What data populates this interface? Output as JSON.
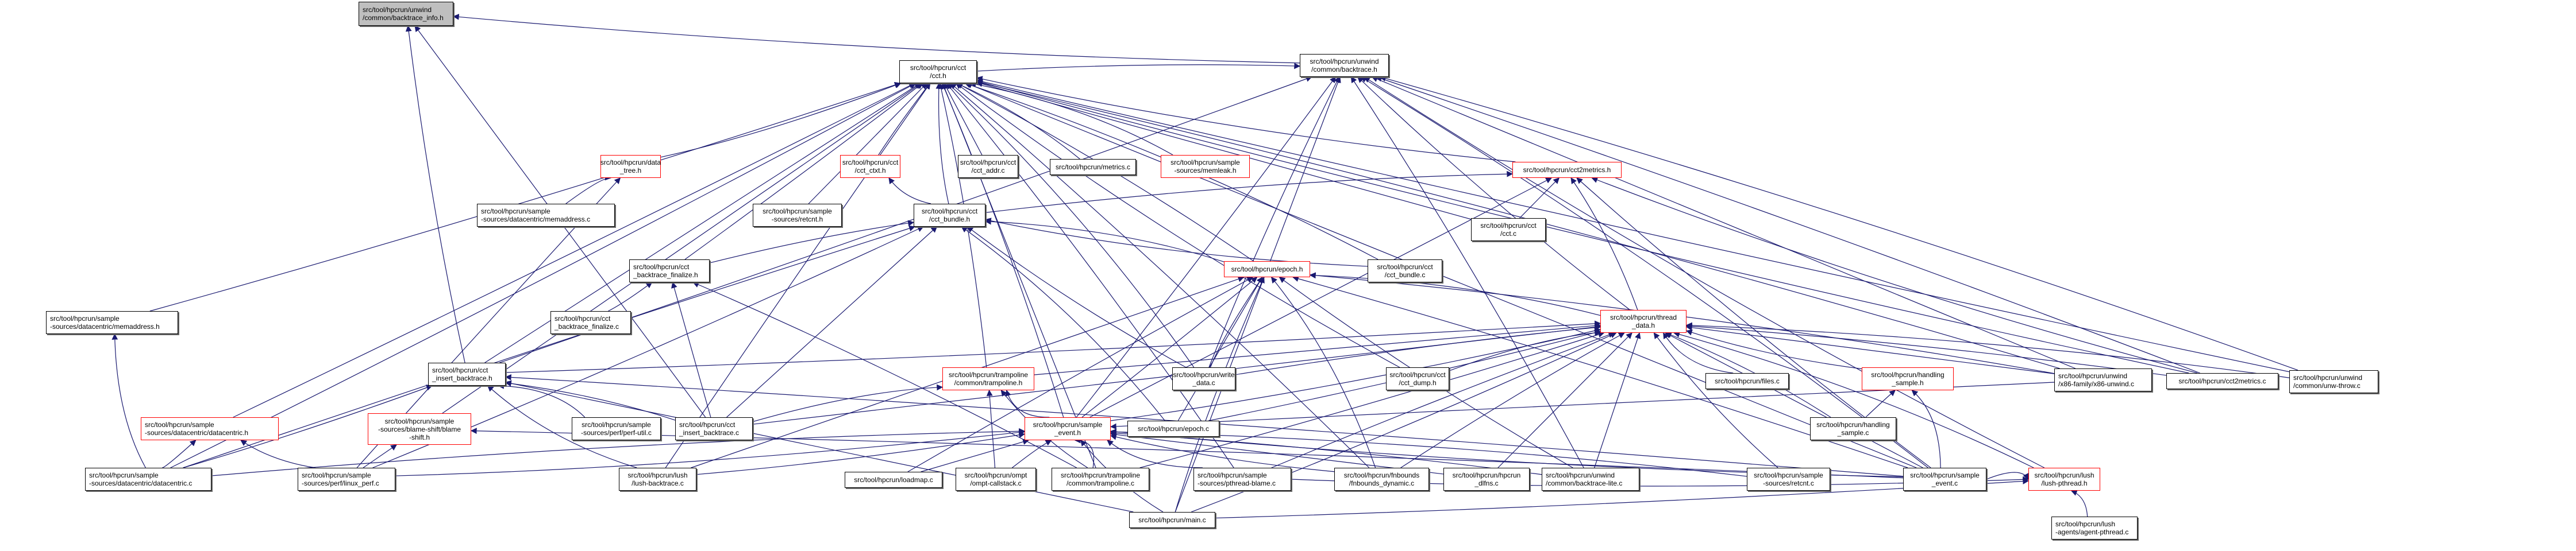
{
  "title": "Include dependency graph (included-by) for src/tool/hpcrun/unwind/common/backtrace_info.h",
  "colors": {
    "edge": "#191970",
    "node_border": "#000000",
    "red_border": "#ff0000",
    "root_fill": "#bfbfbf"
  },
  "nodes": [
    {
      "id": "backtrace_info_h",
      "label": "src/tool/hpcrun/unwind\n/common/backtrace_info.h",
      "style": "root",
      "align": "left"
    },
    {
      "id": "backtrace_h",
      "label": "src/tool/hpcrun/unwind\n/common/backtrace.h",
      "style": "normal"
    },
    {
      "id": "cct_h",
      "label": "src/tool/hpcrun/cct\n/cct.h",
      "style": "normal"
    },
    {
      "id": "data_tree_h",
      "label": "src/tool/hpcrun/data\n_tree.h",
      "style": "red"
    },
    {
      "id": "cct_ctxt_h",
      "label": "src/tool/hpcrun/cct\n/cct_ctxt.h",
      "style": "red"
    },
    {
      "id": "cct_addr_c",
      "label": "src/tool/hpcrun/cct\n/cct_addr.c",
      "style": "normal"
    },
    {
      "id": "metrics_c",
      "label": "src/tool/hpcrun/metrics.c",
      "style": "normal"
    },
    {
      "id": "memleak_h",
      "label": "src/tool/hpcrun/sample\n-sources/memleak.h",
      "style": "red"
    },
    {
      "id": "cct2metrics_h",
      "label": "src/tool/hpcrun/cct2metrics.h",
      "style": "red"
    },
    {
      "id": "memaddress_c",
      "label": "src/tool/hpcrun/sample\n-sources/datacentric/memaddress.c",
      "style": "normal",
      "align": "left"
    },
    {
      "id": "retcnt_h",
      "label": "src/tool/hpcrun/sample\n-sources/retcnt.h",
      "style": "normal"
    },
    {
      "id": "cct_bundle_h",
      "label": "src/tool/hpcrun/cct\n/cct_bundle.h",
      "style": "normal"
    },
    {
      "id": "cct_c",
      "label": "src/tool/hpcrun/cct\n/cct.c",
      "style": "normal"
    },
    {
      "id": "cct_backtrace_finalize_h",
      "label": "src/tool/hpcrun/cct\n_backtrace_finalize.h",
      "style": "normal",
      "align": "left"
    },
    {
      "id": "epoch_h",
      "label": "src/tool/hpcrun/epoch.h",
      "style": "red"
    },
    {
      "id": "cct_bundle_c",
      "label": "src/tool/hpcrun/cct\n/cct_bundle.c",
      "style": "normal"
    },
    {
      "id": "memaddress_h",
      "label": "src/tool/hpcrun/sample\n-sources/datacentric/memaddress.h",
      "style": "normal",
      "align": "left"
    },
    {
      "id": "cct_backtrace_finalize_c",
      "label": "src/tool/hpcrun/cct\n_backtrace_finalize.c",
      "style": "normal",
      "align": "left"
    },
    {
      "id": "thread_data_h",
      "label": "src/tool/hpcrun/thread\n_data.h",
      "style": "red"
    },
    {
      "id": "cct_insert_backtrace_h",
      "label": "src/tool/hpcrun/cct\n_insert_backtrace.h",
      "style": "normal",
      "align": "left"
    },
    {
      "id": "trampoline_h",
      "label": "src/tool/hpcrun/trampoline\n/common/trampoline.h",
      "style": "red"
    },
    {
      "id": "write_data_c",
      "label": "src/tool/hpcrun/write\n_data.c",
      "style": "normal"
    },
    {
      "id": "cct_dump_h",
      "label": "src/tool/hpcrun/cct\n/cct_dump.h",
      "style": "normal"
    },
    {
      "id": "files_c",
      "label": "src/tool/hpcrun/files.c",
      "style": "normal"
    },
    {
      "id": "handling_sample_h",
      "label": "src/tool/hpcrun/handling\n_sample.h",
      "style": "red"
    },
    {
      "id": "x86_unwind_c",
      "label": "src/tool/hpcrun/unwind\n/x86-family/x86-unwind.c",
      "style": "normal",
      "align": "left"
    },
    {
      "id": "cct2metrics_c",
      "label": "src/tool/hpcrun/cct2metrics.c",
      "style": "normal"
    },
    {
      "id": "unw_throw_c",
      "label": "src/tool/hpcrun/unwind\n/common/unw-throw.c",
      "style": "normal",
      "align": "left"
    },
    {
      "id": "datacentric_h",
      "label": "src/tool/hpcrun/sample\n-sources/datacentric/datacentric.h",
      "style": "red",
      "align": "left"
    },
    {
      "id": "blame_shift_h",
      "label": "src/tool/hpcrun/sample\n-sources/blame-shift/blame\n-shift.h",
      "style": "red"
    },
    {
      "id": "perf_util_c",
      "label": "src/tool/hpcrun/sample\n-sources/perf/perf-util.c",
      "style": "normal"
    },
    {
      "id": "cct_insert_backtrace_c",
      "label": "src/tool/hpcrun/cct\n_insert_backtrace.c",
      "style": "normal",
      "align": "left"
    },
    {
      "id": "sample_event_h",
      "label": "src/tool/hpcrun/sample\n_event.h",
      "style": "red"
    },
    {
      "id": "epoch_c",
      "label": "src/tool/hpcrun/epoch.c",
      "style": "normal"
    },
    {
      "id": "handling_sample_c",
      "label": "src/tool/hpcrun/handling\n_sample.c",
      "style": "normal"
    },
    {
      "id": "datacentric_c",
      "label": "src/tool/hpcrun/sample\n-sources/datacentric/datacentric.c",
      "style": "normal",
      "align": "left"
    },
    {
      "id": "linux_perf_c",
      "label": "src/tool/hpcrun/sample\n-sources/perf/linux_perf.c",
      "style": "normal",
      "align": "left"
    },
    {
      "id": "lush_backtrace_c",
      "label": "src/tool/hpcrun/lush\n/lush-backtrace.c",
      "style": "normal"
    },
    {
      "id": "loadmap_c",
      "label": "src/tool/hpcrun/loadmap.c",
      "style": "normal"
    },
    {
      "id": "ompt_callstack_c",
      "label": "src/tool/hpcrun/ompt\n/ompt-callstack.c",
      "style": "normal"
    },
    {
      "id": "trampoline_c",
      "label": "src/tool/hpcrun/trampoline\n/common/trampoline.c",
      "style": "normal"
    },
    {
      "id": "pthread_blame_c",
      "label": "src/tool/hpcrun/sample\n-sources/pthread-blame.c",
      "style": "normal",
      "align": "left"
    },
    {
      "id": "fnbounds_dynamic_c",
      "label": "src/tool/hpcrun/fnbounds\n/fnbounds_dynamic.c",
      "style": "normal"
    },
    {
      "id": "hpcrun_dlfns_c",
      "label": "src/tool/hpcrun/hpcrun\n_dlfns.c",
      "style": "normal"
    },
    {
      "id": "backtrace_lite_c",
      "label": "src/tool/hpcrun/unwind\n/common/backtrace-lite.c",
      "style": "normal",
      "align": "left"
    },
    {
      "id": "retcnt_c",
      "label": "src/tool/hpcrun/sample\n-sources/retcnt.c",
      "style": "normal"
    },
    {
      "id": "sample_event_c",
      "label": "src/tool/hpcrun/sample\n_event.c",
      "style": "normal"
    },
    {
      "id": "lush_pthread_h",
      "label": "src/tool/hpcrun/lush\n/lush-pthread.h",
      "style": "red"
    },
    {
      "id": "main_c",
      "label": "src/tool/hpcrun/main.c",
      "style": "normal"
    },
    {
      "id": "agent_pthread_c",
      "label": "src/tool/hpcrun/lush\n-agents/agent-pthread.c",
      "style": "normal",
      "align": "left"
    }
  ],
  "edges": [
    [
      "backtrace_h",
      "backtrace_info_h"
    ],
    [
      "cct_insert_backtrace_h",
      "backtrace_info_h"
    ],
    [
      "cct_insert_backtrace_c",
      "backtrace_info_h"
    ],
    [
      "cct_h",
      "backtrace_h"
    ],
    [
      "sample_event_h",
      "backtrace_h"
    ],
    [
      "write_data_c",
      "backtrace_h"
    ],
    [
      "thread_data_h",
      "backtrace_h"
    ],
    [
      "x86_unwind_c",
      "backtrace_h"
    ],
    [
      "cct2metrics_c",
      "backtrace_h"
    ],
    [
      "unw_throw_c",
      "backtrace_h"
    ],
    [
      "lush_pthread_h",
      "backtrace_h"
    ],
    [
      "cct_insert_backtrace_h",
      "backtrace_h"
    ],
    [
      "main_c",
      "backtrace_h"
    ],
    [
      "backtrace_lite_c",
      "backtrace_h"
    ],
    [
      "sample_event_c",
      "backtrace_h"
    ],
    [
      "data_tree_h",
      "cct_h"
    ],
    [
      "cct_ctxt_h",
      "cct_h"
    ],
    [
      "cct_addr_c",
      "cct_h"
    ],
    [
      "metrics_c",
      "cct_h"
    ],
    [
      "memleak_h",
      "cct_h"
    ],
    [
      "cct2metrics_h",
      "cct_h"
    ],
    [
      "cct_bundle_h",
      "cct_h"
    ],
    [
      "cct_c",
      "cct_h"
    ],
    [
      "epoch_h",
      "cct_h"
    ],
    [
      "cct_bundle_c",
      "cct_h"
    ],
    [
      "memaddress_h",
      "cct_h"
    ],
    [
      "cct_backtrace_finalize_h",
      "cct_h"
    ],
    [
      "cct_insert_backtrace_h",
      "cct_h"
    ],
    [
      "trampoline_h",
      "cct_h"
    ],
    [
      "write_data_c",
      "cct_h"
    ],
    [
      "cct_dump_h",
      "cct_h"
    ],
    [
      "datacentric_h",
      "cct_h"
    ],
    [
      "blame_shift_h",
      "cct_h"
    ],
    [
      "sample_event_h",
      "cct_h"
    ],
    [
      "retcnt_h",
      "cct_h"
    ],
    [
      "datacentric_c",
      "cct_h"
    ],
    [
      "lush_backtrace_c",
      "cct_h"
    ],
    [
      "trampoline_c",
      "cct_h"
    ],
    [
      "pthread_blame_c",
      "cct_h"
    ],
    [
      "x86_unwind_c",
      "cct_h"
    ],
    [
      "cct2metrics_c",
      "cct_h"
    ],
    [
      "unw_throw_c",
      "cct_h"
    ],
    [
      "sample_event_c",
      "cct_h"
    ],
    [
      "fnbounds_dynamic_c",
      "cct_h"
    ],
    [
      "memaddress_c",
      "data_tree_h"
    ],
    [
      "linux_perf_c",
      "data_tree_h"
    ],
    [
      "cct_bundle_h",
      "cct_ctxt_h"
    ],
    [
      "cct_c",
      "cct2metrics_h"
    ],
    [
      "thread_data_h",
      "cct2metrics_h"
    ],
    [
      "cct_bundle_h",
      "cct2metrics_h"
    ],
    [
      "cct2metrics_c",
      "cct2metrics_h"
    ],
    [
      "sample_event_c",
      "cct2metrics_h"
    ],
    [
      "sample_event_h",
      "cct2metrics_h"
    ],
    [
      "cct_backtrace_finalize_h",
      "cct_bundle_h"
    ],
    [
      "epoch_h",
      "cct_bundle_h"
    ],
    [
      "cct_bundle_c",
      "cct_bundle_h"
    ],
    [
      "write_data_c",
      "cct_bundle_h"
    ],
    [
      "cct_insert_backtrace_c",
      "cct_bundle_h"
    ],
    [
      "datacentric_c",
      "cct_bundle_h"
    ],
    [
      "epoch_c",
      "cct_bundle_h"
    ],
    [
      "linux_perf_c",
      "cct_bundle_h"
    ],
    [
      "cct_backtrace_finalize_c",
      "cct_backtrace_finalize_h"
    ],
    [
      "cct_insert_backtrace_c",
      "cct_backtrace_finalize_h"
    ],
    [
      "trampoline_c",
      "cct_backtrace_finalize_h"
    ],
    [
      "thread_data_h",
      "epoch_h"
    ],
    [
      "write_data_c",
      "epoch_h"
    ],
    [
      "sample_event_h",
      "epoch_h"
    ],
    [
      "epoch_c",
      "epoch_h"
    ],
    [
      "loadmap_c",
      "epoch_h"
    ],
    [
      "fnbounds_dynamic_c",
      "epoch_h"
    ],
    [
      "main_c",
      "epoch_h"
    ],
    [
      "backtrace_lite_c",
      "epoch_h"
    ],
    [
      "lush_backtrace_c",
      "epoch_h"
    ],
    [
      "sample_event_c",
      "epoch_h"
    ],
    [
      "x86_unwind_c",
      "epoch_h"
    ],
    [
      "datacentric_c",
      "memaddress_h"
    ],
    [
      "cct_insert_backtrace_h",
      "thread_data_h"
    ],
    [
      "trampoline_h",
      "thread_data_h"
    ],
    [
      "write_data_c",
      "thread_data_h"
    ],
    [
      "cct_dump_h",
      "thread_data_h"
    ],
    [
      "files_c",
      "thread_data_h"
    ],
    [
      "handling_sample_h",
      "thread_data_h"
    ],
    [
      "x86_unwind_c",
      "thread_data_h"
    ],
    [
      "cct2metrics_c",
      "thread_data_h"
    ],
    [
      "unw_throw_c",
      "thread_data_h"
    ],
    [
      "sample_event_h",
      "thread_data_h"
    ],
    [
      "epoch_c",
      "thread_data_h"
    ],
    [
      "cct_insert_backtrace_c",
      "thread_data_h"
    ],
    [
      "pthread_blame_c",
      "thread_data_h"
    ],
    [
      "fnbounds_dynamic_c",
      "thread_data_h"
    ],
    [
      "hpcrun_dlfns_c",
      "thread_data_h"
    ],
    [
      "retcnt_c",
      "thread_data_h"
    ],
    [
      "sample_event_c",
      "thread_data_h"
    ],
    [
      "handling_sample_c",
      "thread_data_h"
    ],
    [
      "lush_pthread_h",
      "thread_data_h"
    ],
    [
      "main_c",
      "thread_data_h"
    ],
    [
      "trampoline_c",
      "thread_data_h"
    ],
    [
      "backtrace_lite_c",
      "thread_data_h"
    ],
    [
      "cct_insert_backtrace_c",
      "cct_insert_backtrace_h"
    ],
    [
      "perf_util_c",
      "cct_insert_backtrace_h"
    ],
    [
      "lush_backtrace_c",
      "cct_insert_backtrace_h"
    ],
    [
      "datacentric_c",
      "cct_insert_backtrace_h"
    ],
    [
      "main_c",
      "cct_insert_backtrace_h"
    ],
    [
      "sample_event_c",
      "cct_insert_backtrace_h"
    ],
    [
      "cct_insert_backtrace_c",
      "trampoline_h"
    ],
    [
      "sample_event_h",
      "trampoline_h"
    ],
    [
      "trampoline_c",
      "trampoline_h"
    ],
    [
      "ompt_callstack_c",
      "trampoline_h"
    ],
    [
      "handling_sample_c",
      "handling_sample_h"
    ],
    [
      "sample_event_c",
      "handling_sample_h"
    ],
    [
      "datacentric_c",
      "datacentric_h"
    ],
    [
      "linux_perf_c",
      "datacentric_h"
    ],
    [
      "linux_perf_c",
      "blame_shift_h"
    ],
    [
      "sample_event_c",
      "blame_shift_h"
    ],
    [
      "datacentric_c",
      "sample_event_h"
    ],
    [
      "linux_perf_c",
      "sample_event_h"
    ],
    [
      "lush_backtrace_c",
      "sample_event_h"
    ],
    [
      "loadmap_c",
      "sample_event_h"
    ],
    [
      "ompt_callstack_c",
      "sample_event_h"
    ],
    [
      "trampoline_c",
      "sample_event_h"
    ],
    [
      "pthread_blame_c",
      "sample_event_h"
    ],
    [
      "fnbounds_dynamic_c",
      "sample_event_h"
    ],
    [
      "hpcrun_dlfns_c",
      "sample_event_h"
    ],
    [
      "backtrace_lite_c",
      "sample_event_h"
    ],
    [
      "retcnt_c",
      "sample_event_h"
    ],
    [
      "sample_event_c",
      "sample_event_h"
    ],
    [
      "main_c",
      "sample_event_h"
    ],
    [
      "x86_unwind_c",
      "sample_event_h"
    ],
    [
      "agent_pthread_c",
      "lush_pthread_h"
    ],
    [
      "sample_event_c",
      "lush_pthread_h"
    ],
    [
      "pthread_blame_c",
      "lush_pthread_h"
    ],
    [
      "main_c",
      "lush_pthread_h"
    ]
  ]
}
